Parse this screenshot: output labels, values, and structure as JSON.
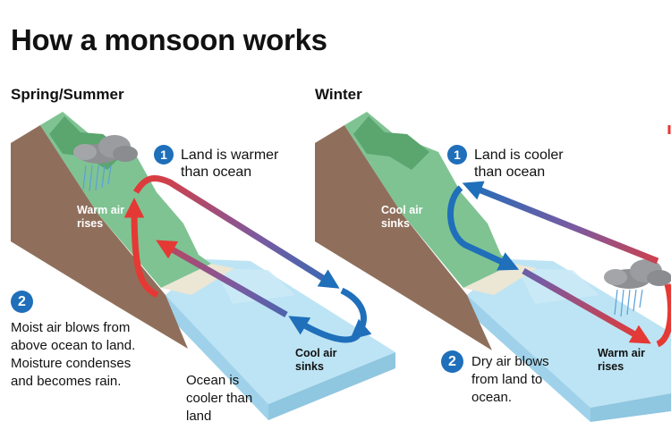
{
  "title": "How a monsoon works",
  "panels": [
    {
      "season": "Spring/Summer",
      "step1": {
        "number": "1",
        "text": "Land is warmer than ocean"
      },
      "step2": {
        "number": "2",
        "text": "Moist air blows from above ocean to land. Moisture condenses and becomes rain."
      },
      "land_label": "Warm air rises",
      "sea_label": "Cool air sinks",
      "ocean_note": "Ocean is cooler than land"
    },
    {
      "season": "Winter",
      "step1": {
        "number": "1",
        "text": "Land is cooler than ocean"
      },
      "step2": {
        "number": "2",
        "text": "Dry air blows from land to ocean."
      },
      "land_label": "Cool air sinks",
      "sea_label": "Warm air rises"
    }
  ],
  "colors": {
    "warm_arrow": "#e53935",
    "cool_arrow": "#1f6fba",
    "land_green": "#7fc393",
    "land_dark": "#5ba56f",
    "soil": "#8f6f5b",
    "ocean": "#bde4f4",
    "badge": "#1f6fba"
  },
  "icons": [
    "cloud-rain-icon",
    "number-badge-icon",
    "arrow-icon"
  ]
}
